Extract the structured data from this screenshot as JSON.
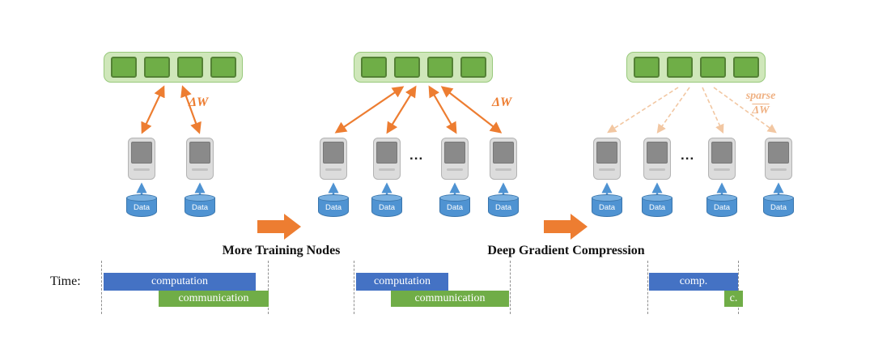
{
  "figure": {
    "caption_left": "More Training Nodes",
    "caption_right": "Deep Gradient Compression"
  },
  "labels": {
    "gradient": "ΔW",
    "sparse": "sparse",
    "sparse_gradient": "ΔW",
    "data": "Data",
    "ellipsis": "..."
  },
  "timeline": {
    "label": "Time:",
    "segments": [
      {
        "computation": "computation",
        "communication": "communication"
      },
      {
        "computation": "computation",
        "communication": "communication"
      },
      {
        "computation": "comp.",
        "communication": "c."
      }
    ]
  },
  "colors": {
    "accent_orange": "#ed7d31",
    "faded_orange": "#f2c7a2",
    "server_green": "#70ad47",
    "server_bg": "#cfe7ba",
    "data_blue": "#4f93d2",
    "computation_blue": "#4472c4",
    "communication_green": "#70ad47"
  }
}
